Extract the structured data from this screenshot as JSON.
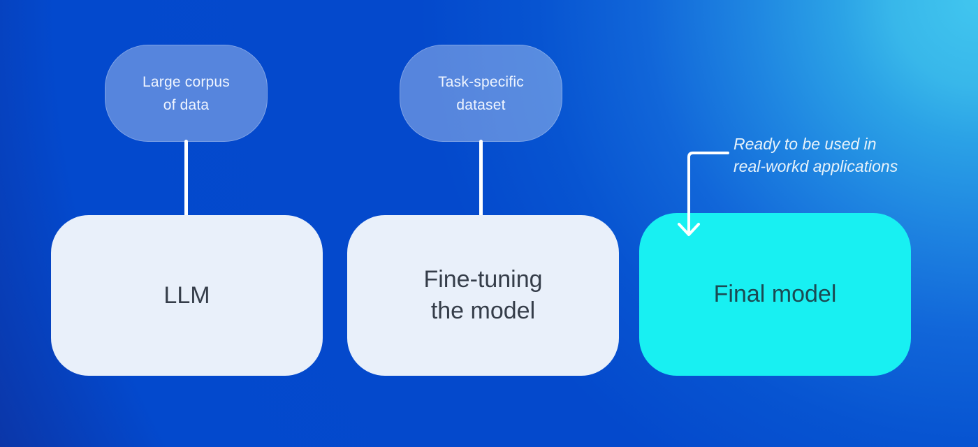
{
  "colors": {
    "bg-top-right": "#41C6EF",
    "bg-mid": "#0449CC",
    "bg-bottom-left": "#0B36A8",
    "pill-fill": "rgba(255,255,255,0.33)",
    "pill-border": "rgba(255,255,255,0.25)",
    "pill-text": "#EFF5FF",
    "box-fill": "#E9F0FA",
    "box-text": "#353D49",
    "accent-fill": "#18F0F2",
    "accent-text": "#1B4A53",
    "connector": "#FFFFFF",
    "annotation-text": "#E6F2FA"
  },
  "pills": [
    {
      "line1": "Large corpus",
      "line2": "of data"
    },
    {
      "line1": "Task-specific",
      "line2": "dataset"
    }
  ],
  "boxes": [
    {
      "line1": "LLM",
      "line2": ""
    },
    {
      "line1": "Fine-tuning",
      "line2": "the model"
    },
    {
      "line1": "Final model",
      "line2": ""
    }
  ],
  "annotation": {
    "line1": "Ready to be used in",
    "line2": "real-workd applications"
  }
}
